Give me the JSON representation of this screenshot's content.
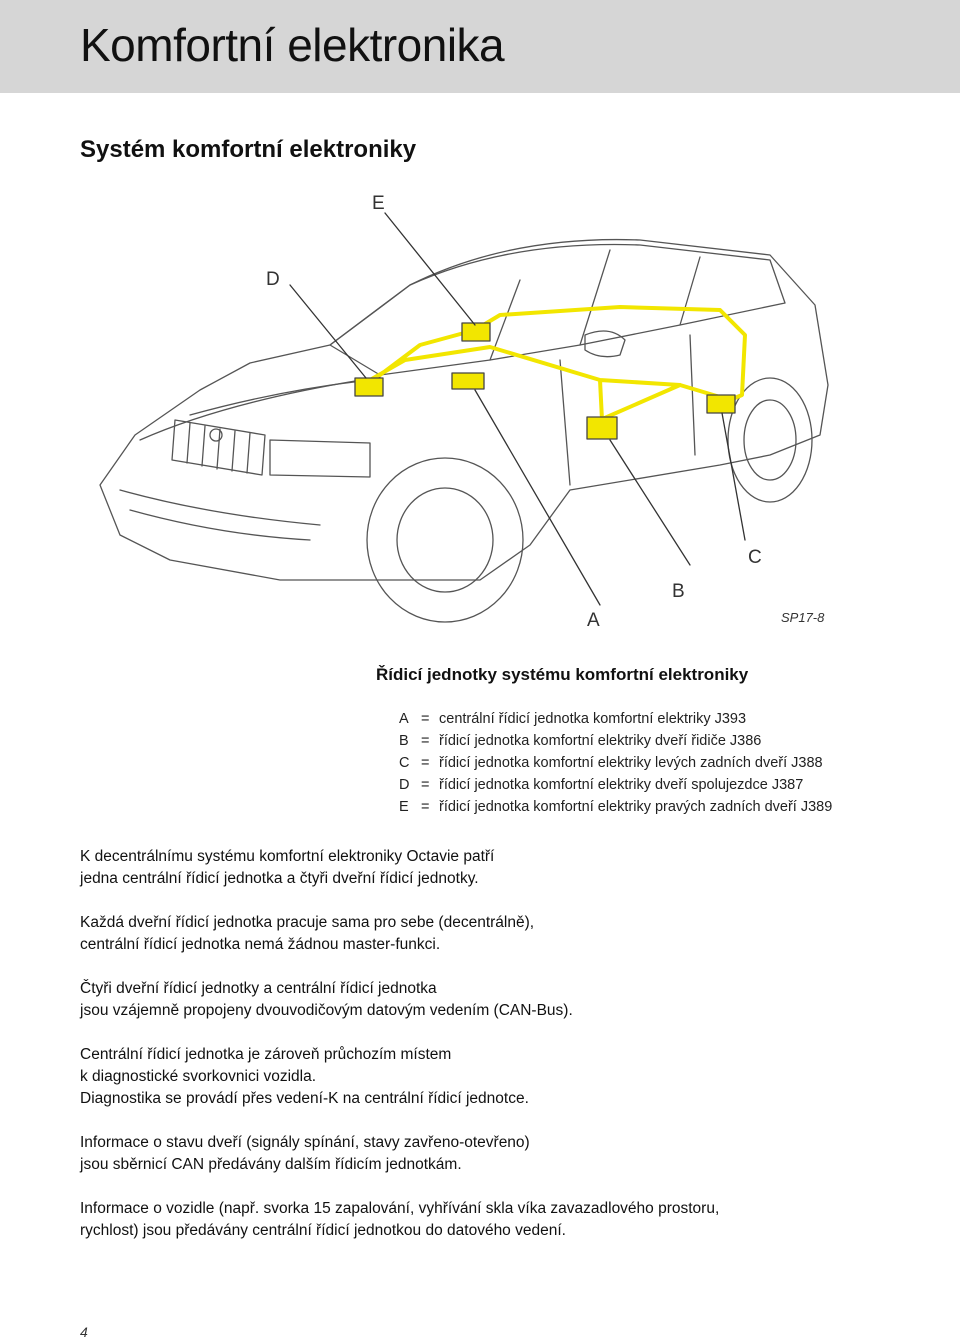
{
  "header": {
    "title": "Komfortní elektronika"
  },
  "section": {
    "title": "Systém komfortní elektroniky"
  },
  "figure": {
    "callouts": [
      "A",
      "B",
      "C",
      "D",
      "E"
    ],
    "id": "SP17-8",
    "wire_color": "#f2e600"
  },
  "legend": {
    "title": "Řídicí jednotky systému komfortní elektroniky",
    "items": [
      {
        "key": "A",
        "text": "centrální řídicí jednotka komfortní elektriky J393"
      },
      {
        "key": "B",
        "text": "řídicí jednotka komfortní elektriky dveří řidiče J386"
      },
      {
        "key": "C",
        "text": "řídicí jednotka komfortní elektriky levých zadních dveří J388"
      },
      {
        "key": "D",
        "text": "řídicí jednotka komfortní elektriky dveří spolujezdce J387"
      },
      {
        "key": "E",
        "text": "řídicí jednotka komfortní elektriky pravých zadních dveří J389"
      }
    ]
  },
  "body": {
    "paragraphs": [
      "K decentrálnímu systému komfortní elektroniky Octavie patří\njedna centrální řídicí jednotka a čtyři dveřní řídicí jednotky.",
      "Každá dveřní řídicí jednotka pracuje sama pro sebe (decentrálně),\ncentrální řídicí jednotka nemá žádnou master-funkci.",
      "Čtyři dveřní řídicí jednotky a centrální řídicí jednotka\njsou vzájemně propojeny dvouvodičovým datovým vedením (CAN-Bus).",
      "Centrální řídicí jednotka je zároveň průchozím místem\nk diagnostické svorkovnici vozidla.\nDiagnostika se provádí přes vedení-K na centrální řídicí jednotce.",
      "Informace o stavu dveří (signály spínání, stavy zavřeno-otevřeno)\njsou sběrnicí CAN předávány dalším řídicím jednotkám.",
      "Informace o vozidle (např. svorka 15 zapalování, vyhřívání skla víka zavazadlového prostoru,\nrychlost) jsou předávány centrální řídicí jednotkou do datového vedení."
    ]
  },
  "footer": {
    "page_number": "4"
  }
}
